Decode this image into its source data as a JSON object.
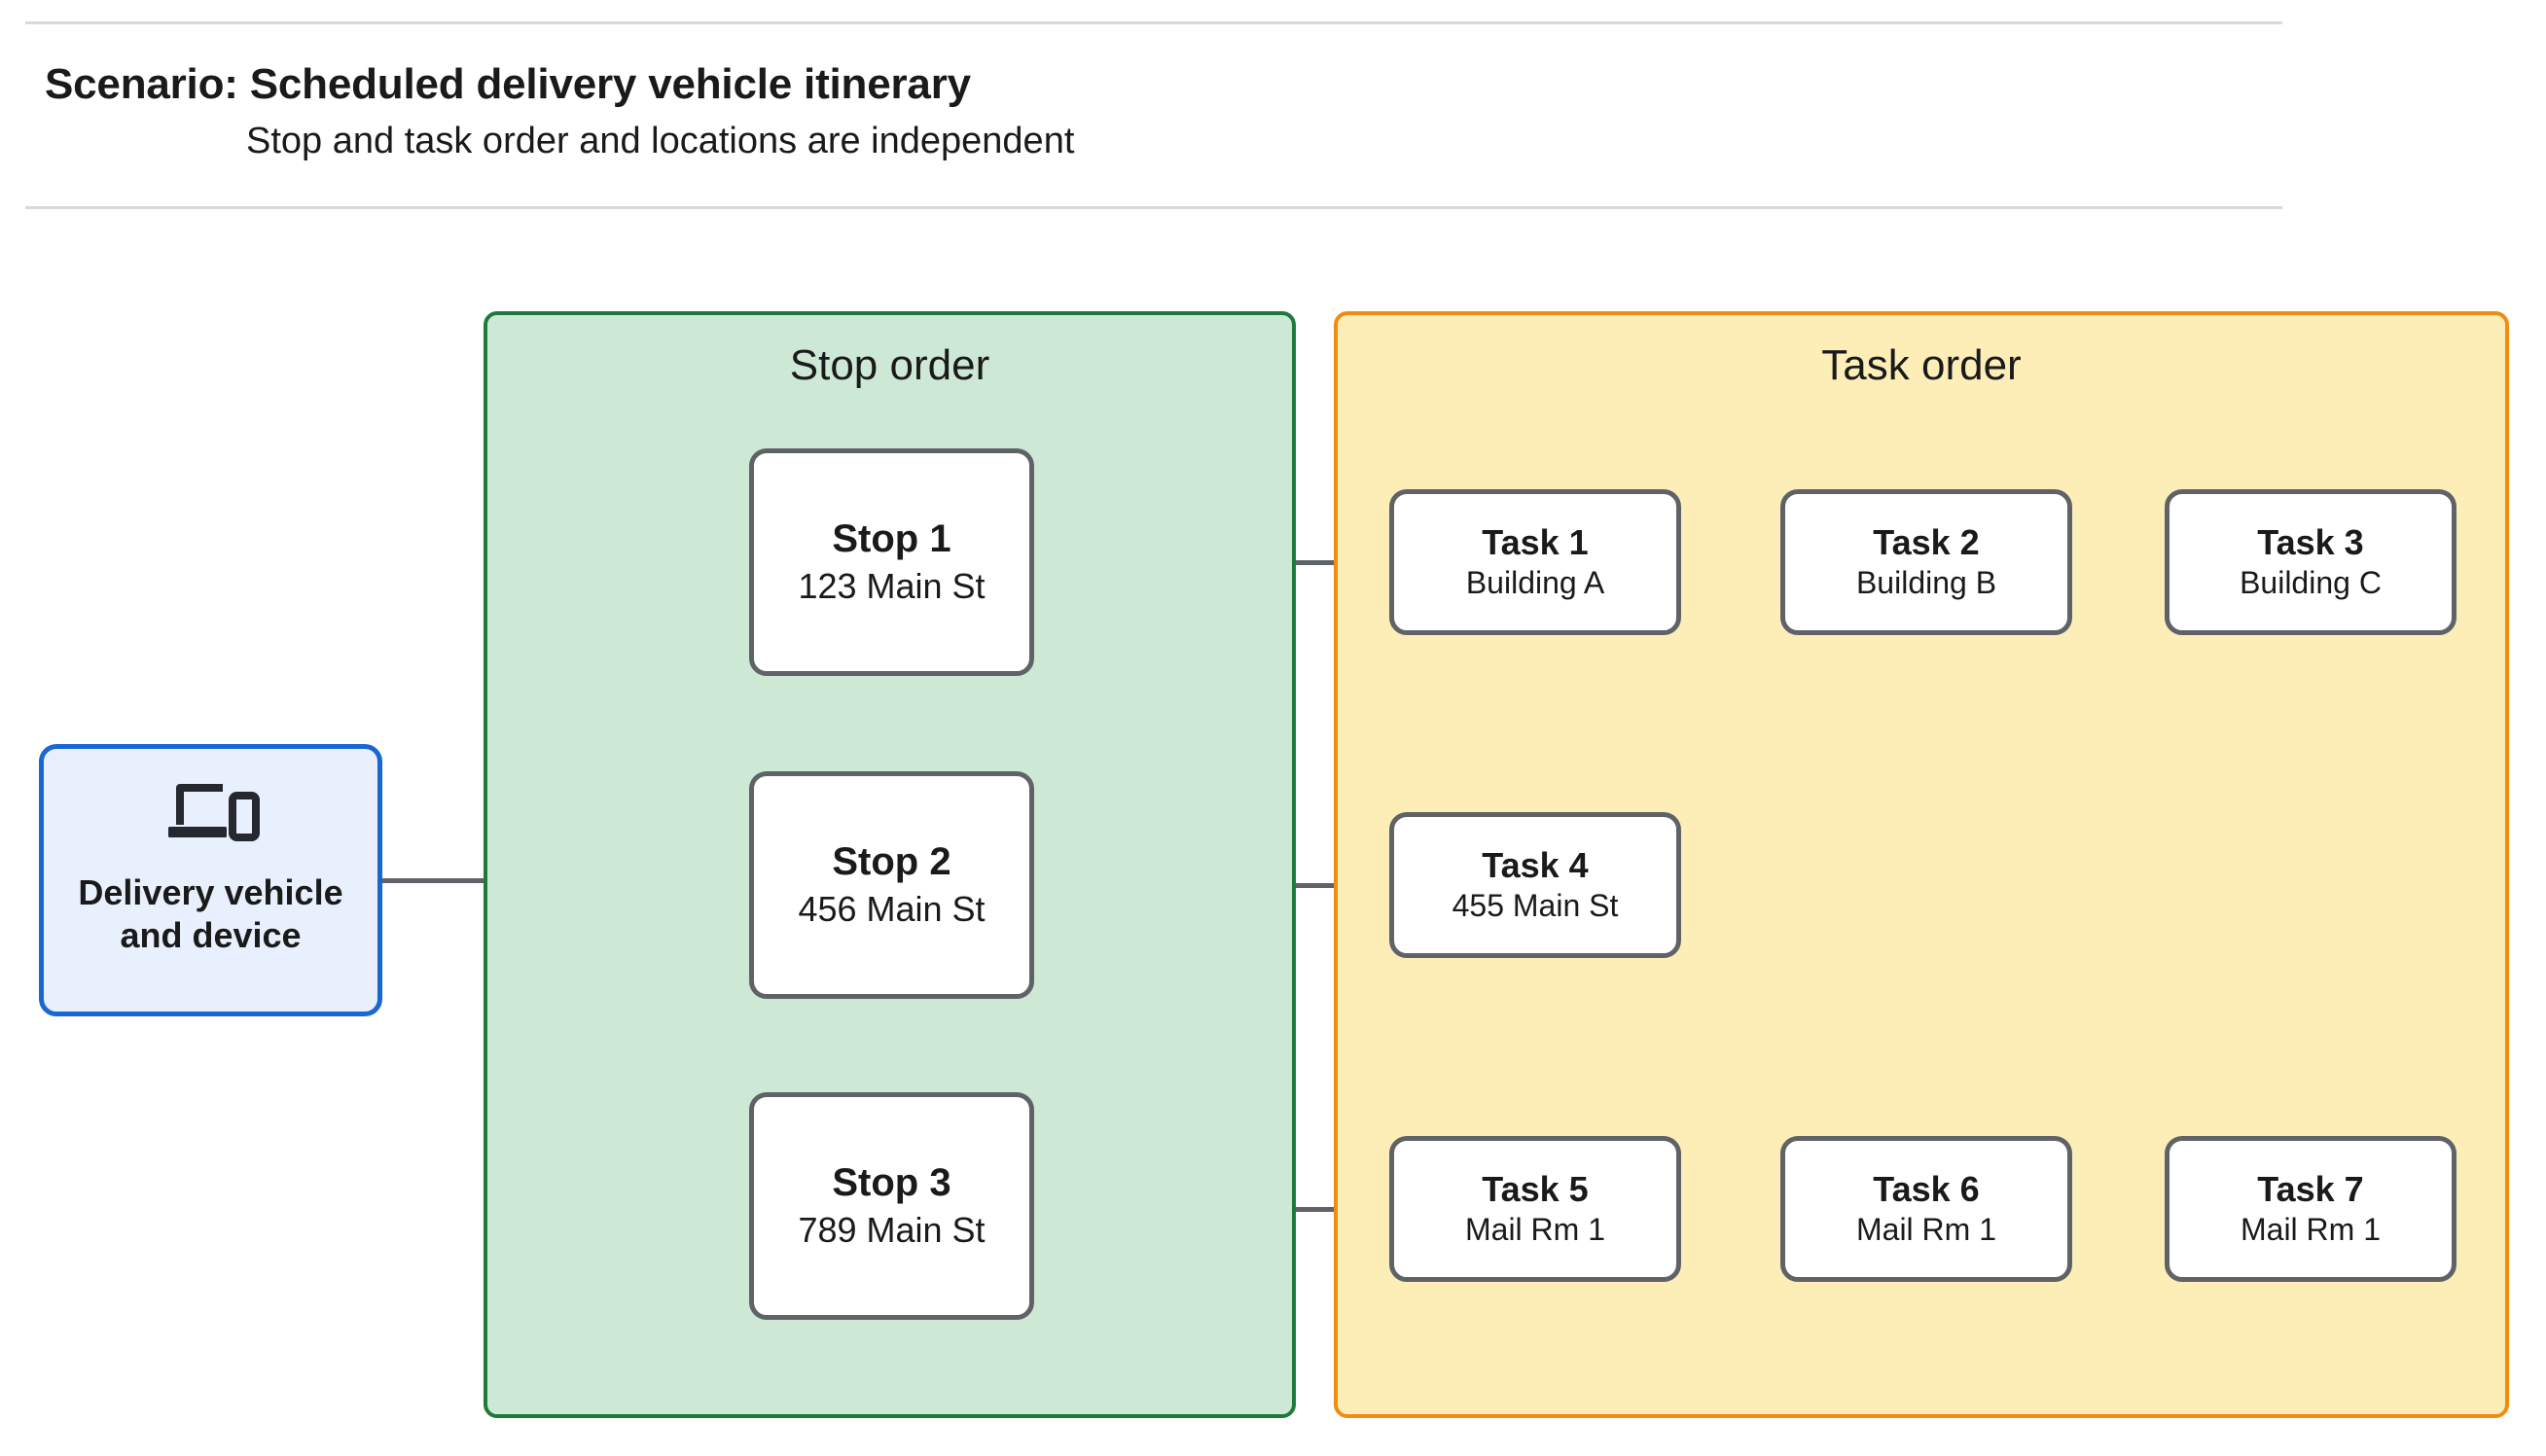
{
  "header": {
    "title": "Scenario: Scheduled delivery vehicle itinerary",
    "subtitle": "Stop and task order and locations are independent"
  },
  "vehicle": {
    "icon": "devices-icon",
    "label": "Delivery vehicle\nand device"
  },
  "panels": {
    "stop": {
      "title": "Stop order",
      "fill": "#cde9d6",
      "border": "#1e7a3c"
    },
    "task": {
      "title": "Task order",
      "fill": "#fdeeb8",
      "border": "#f28c11"
    }
  },
  "stops": [
    {
      "title": "Stop 1",
      "sub": "123 Main St"
    },
    {
      "title": "Stop 2",
      "sub": "456 Main St"
    },
    {
      "title": "Stop 3",
      "sub": "789 Main St"
    }
  ],
  "task_rows": [
    {
      "tasks": [
        {
          "title": "Task 1",
          "sub": "Building A"
        },
        {
          "title": "Task 2",
          "sub": "Building B"
        },
        {
          "title": "Task 3",
          "sub": "Building C"
        }
      ]
    },
    {
      "tasks": [
        {
          "title": "Task 4",
          "sub": "455 Main St"
        }
      ]
    },
    {
      "tasks": [
        {
          "title": "Task 5",
          "sub": "Mail Rm 1"
        },
        {
          "title": "Task 6",
          "sub": "Mail Rm 1"
        },
        {
          "title": "Task 7",
          "sub": "Mail Rm 1"
        }
      ]
    }
  ],
  "colors": {
    "connector": "#5f6368",
    "vehicle_border": "#1967d2",
    "vehicle_fill": "#e8f0fe",
    "node_border": "#5f6368",
    "rule": "#d9d9d9"
  }
}
